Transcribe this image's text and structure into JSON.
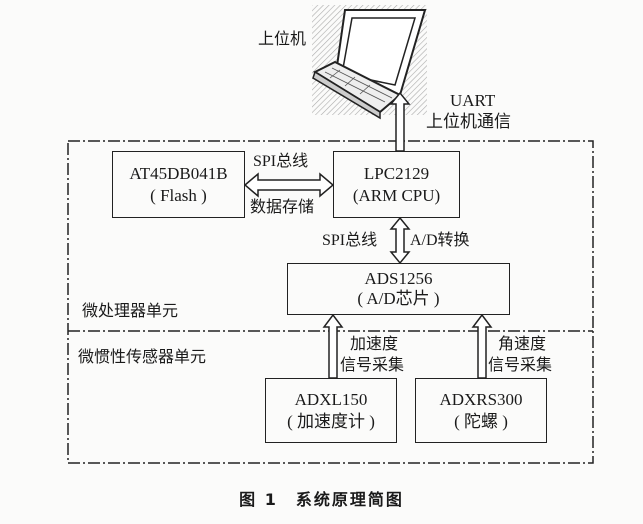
{
  "host": {
    "label": "上位机",
    "icon": "laptop-icon"
  },
  "uart": {
    "line1": "UART",
    "line2": "上位机通信"
  },
  "units": {
    "processor": "微处理器单元",
    "sensor": "微惯性传感器单元"
  },
  "blocks": {
    "flash": {
      "name": "AT45DB041B",
      "sub": "( Flash )"
    },
    "cpu": {
      "name": "LPC2129",
      "sub": "(ARM CPU)"
    },
    "adc": {
      "name": "ADS1256",
      "sub": "( A/D芯片 )"
    },
    "accel": {
      "name": "ADXL150",
      "sub": "( 加速度计 )"
    },
    "gyro": {
      "name": "ADXRS300",
      "sub": "( 陀螺 )"
    }
  },
  "links": {
    "flash_cpu_top": "SPI总线",
    "flash_cpu_bottom": "数据存储",
    "cpu_adc_left": "SPI总线",
    "cpu_adc_right": "A/D转换",
    "accel_l1": "加速度",
    "accel_l2": "信号采集",
    "gyro_l1": "角速度",
    "gyro_l2": "信号采集"
  },
  "caption": "图 1　系统原理简图"
}
